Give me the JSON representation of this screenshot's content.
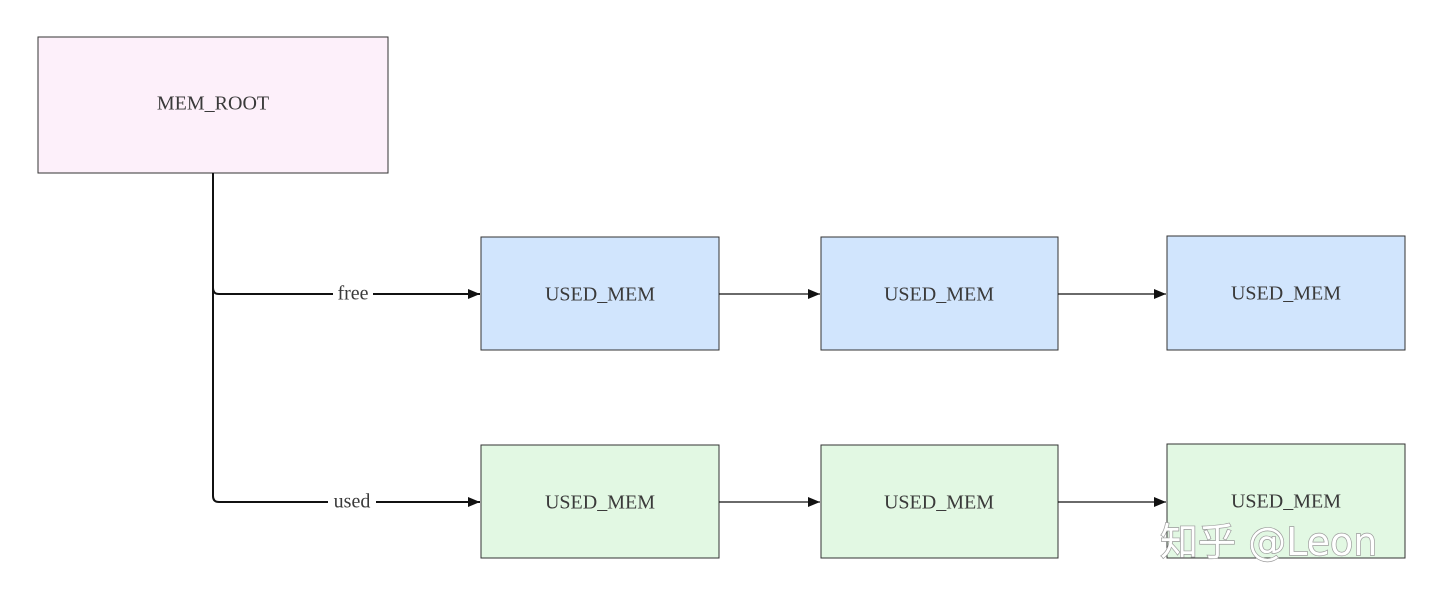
{
  "diagram": {
    "root": {
      "label": "MEM_ROOT",
      "fill": "#fdf0fa"
    },
    "free_edge_label": "free",
    "used_edge_label": "used",
    "free_list": [
      {
        "label": "USED_MEM",
        "fill": "#d1e5fd"
      },
      {
        "label": "USED_MEM",
        "fill": "#d1e5fd"
      },
      {
        "label": "USED_MEM",
        "fill": "#d1e5fd"
      }
    ],
    "used_list": [
      {
        "label": "USED_MEM",
        "fill": "#e2f8e3"
      },
      {
        "label": "USED_MEM",
        "fill": "#e2f8e3"
      },
      {
        "label": "USED_MEM",
        "fill": "#e2f8e3"
      }
    ]
  },
  "watermark": "知乎 @Leon",
  "colors": {
    "stroke": "#333333",
    "text": "#3a3a3a"
  }
}
